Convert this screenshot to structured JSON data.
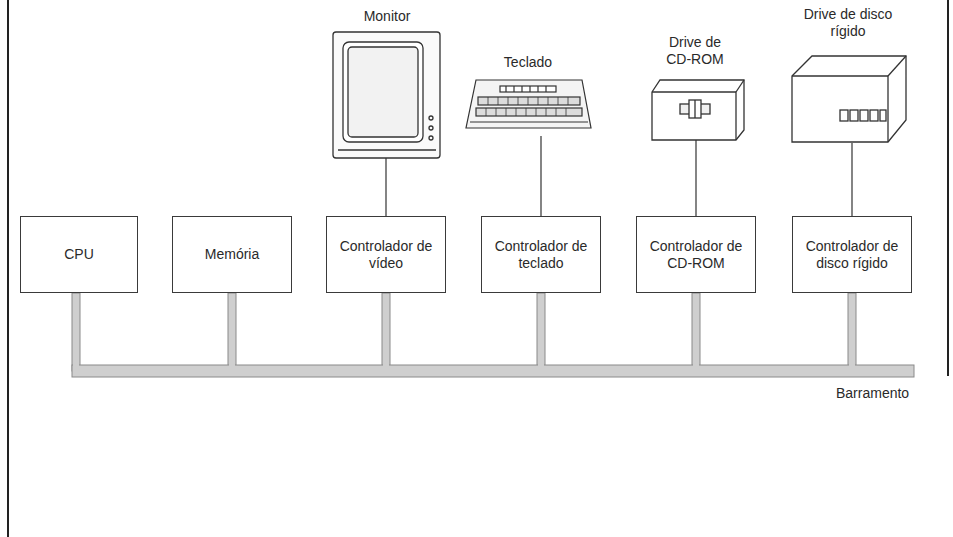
{
  "diagram": {
    "nodes": [
      {
        "text": [
          "Monitor"
        ]
      },
      {
        "text": [
          "Teclado"
        ]
      },
      {
        "text": [
          "Drive de CD-ROM"
        ]
      },
      {
        "text": [
          "Drive de disco rígido"
        ]
      },
      {
        "text": [
          "CPU"
        ]
      },
      {
        "text": [
          "Memória"
        ]
      },
      {
        "text": [
          "Controlador de vídeo"
        ]
      },
      {
        "text": [
          "Controlador de teclado"
        ]
      },
      {
        "text": [
          "Controlador de CD-ROM"
        ]
      },
      {
        "text": [
          "Controlador de disco rígido"
        ]
      }
    ],
    "edges": [
      {
        "from": 0,
        "to": 6,
        "arrow": "none"
      },
      {
        "from": 1,
        "to": 7,
        "arrow": "none"
      },
      {
        "from": 2,
        "to": 8,
        "arrow": "none"
      },
      {
        "from": 3,
        "to": 9,
        "arrow": "none"
      }
    ],
    "labels": [
      "Barramento"
    ]
  }
}
